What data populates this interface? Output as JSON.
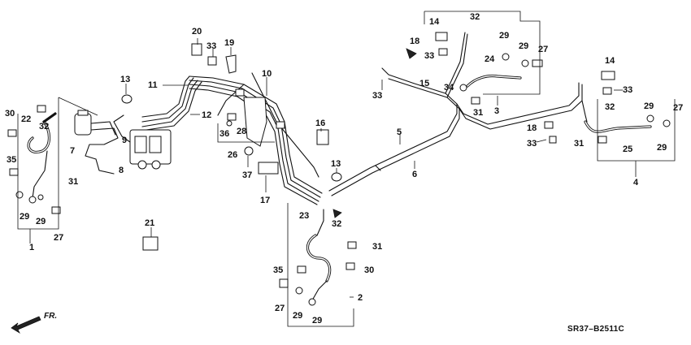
{
  "callouts": {
    "c1": "1",
    "c2": "2",
    "c3": "3",
    "c4": "4",
    "c5": "5",
    "c6": "6",
    "c7": "7",
    "c8": "8",
    "c9": "9",
    "c10": "10",
    "c11": "11",
    "c12": "12",
    "c13a": "13",
    "c13b": "13",
    "c14a": "14",
    "c14b": "14",
    "c15": "15",
    "c16": "16",
    "c17": "17",
    "c18a": "18",
    "c18b": "18",
    "c19": "19",
    "c20": "20",
    "c21": "21",
    "c22": "22",
    "c23": "23",
    "c24": "24",
    "c25": "25",
    "c26": "26",
    "c27a": "27",
    "c27b": "27",
    "c27c": "27",
    "c27d": "27",
    "c28": "28",
    "c29a": "29",
    "c29b": "29",
    "c29c": "29",
    "c29d": "29",
    "c29e": "29",
    "c29f": "29",
    "c29g": "29",
    "c29h": "29",
    "c30a": "30",
    "c30b": "30",
    "c31a": "31",
    "c31b": "31",
    "c31c": "31",
    "c31d": "31",
    "c32a": "32",
    "c32b": "32",
    "c32c": "32",
    "c32d": "32",
    "c33a": "33",
    "c33b": "33",
    "c33c": "33",
    "c33d": "33",
    "c33e": "33",
    "c34": "34",
    "c35a": "35",
    "c35b": "35",
    "c36": "36",
    "c37": "37"
  },
  "direction_label": "FR.",
  "diagram_code": "SR37–B2511C",
  "icons": {
    "direction": "forward-arrow-icon"
  }
}
